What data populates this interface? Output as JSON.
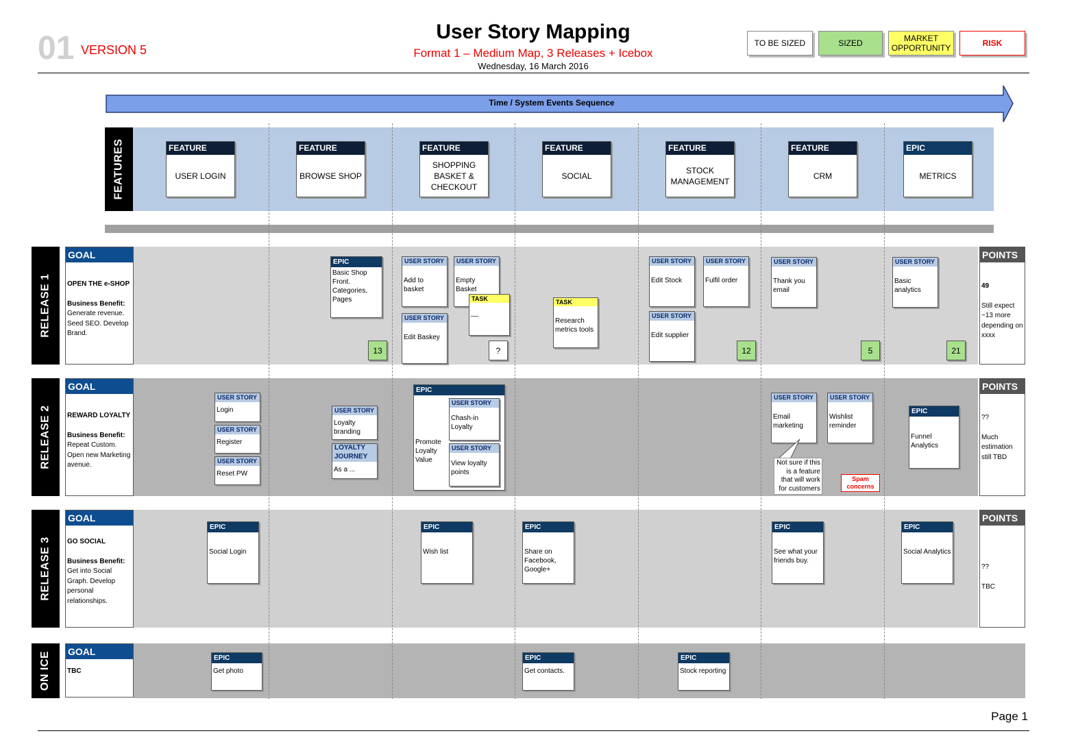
{
  "header": {
    "page_num": "01",
    "version": "VERSION 5",
    "title": "User Story Mapping",
    "subtitle": "Format 1 – Medium Map, 3 Releases + Icebox",
    "date": "Wednesday, 16 March 2016",
    "page": "Page 1"
  },
  "legend": [
    {
      "label": "TO BE SIZED",
      "bg": "#ffffff",
      "color": "#000000"
    },
    {
      "label": "SIZED",
      "bg": "#a8e08c",
      "color": "#000000"
    },
    {
      "label": "MARKET OPPORTUNITY",
      "bg": "#ffff66",
      "color": "#000000"
    },
    {
      "label": "RISK",
      "bg": "#ffffff",
      "color": "#e00000"
    }
  ],
  "timeline": "Time / System Events Sequence",
  "features_label": "FEATURES",
  "features": [
    {
      "type": "FEATURE",
      "name": "USER LOGIN"
    },
    {
      "type": "FEATURE",
      "name": "BROWSE SHOP"
    },
    {
      "type": "FEATURE",
      "name": "SHOPPING BASKET & CHECKOUT"
    },
    {
      "type": "FEATURE",
      "name": "SOCIAL"
    },
    {
      "type": "FEATURE",
      "name": "STOCK MANAGEMENT"
    },
    {
      "type": "FEATURE",
      "name": "CRM"
    },
    {
      "type": "EPIC",
      "name": "METRICS"
    }
  ],
  "rows": [
    {
      "label": "RELEASE 1",
      "goal_title": "GOAL",
      "goal_name": "OPEN THE e-SHOP",
      "benefit_label": "Business Benefit",
      "benefit": "Generate revenue. Seed SEO. Develop Brand.",
      "points_title": "POINTS",
      "points_value": "49",
      "points_note": "Still expect ~13 more depending on xxxx"
    },
    {
      "label": "RELEASE 2",
      "goal_title": "GOAL",
      "goal_name": "REWARD LOYALTY",
      "benefit_label": "Business Benefit",
      "benefit": "Repeat Custom. Open new Marketing avenue.",
      "points_title": "POINTS",
      "points_value": "??",
      "points_note": "Much estimation still TBD"
    },
    {
      "label": "RELEASE 3",
      "goal_title": "GOAL",
      "goal_name": "GO SOCIAL",
      "benefit_label": "Business Benefit",
      "benefit": "Get into Social Graph. Develop personal relationships.",
      "points_title": "POINTS",
      "points_value": "??",
      "points_note": "TBC"
    },
    {
      "label": "ON ICE",
      "goal_title": "GOAL",
      "goal_name": "TBC",
      "benefit_label": "",
      "benefit": "",
      "points_title": "",
      "points_value": "",
      "points_note": ""
    }
  ],
  "cards": [
    {
      "type": "EPIC",
      "text": "Basic Shop Front. Categories, Pages"
    },
    {
      "type": "USER STORY",
      "text": "Add to basket"
    },
    {
      "type": "USER STORY",
      "text": "Empty Basket"
    },
    {
      "type": "TASK",
      "text": "__"
    },
    {
      "type": "USER STORY",
      "text": "Edit Baskey"
    },
    {
      "type": "TASK",
      "text": "Research metrics tools"
    },
    {
      "type": "USER STORY",
      "text": "Edit Stock"
    },
    {
      "type": "USER STORY",
      "text": "Fulfil order"
    },
    {
      "type": "USER STORY",
      "text": "Edit supplier"
    },
    {
      "type": "USER STORY",
      "text": "Thank you email"
    },
    {
      "type": "USER STORY",
      "text": "Basic analytics"
    },
    {
      "type": "USER STORY",
      "text": "Login"
    },
    {
      "type": "USER STORY",
      "text": "Register"
    },
    {
      "type": "USER STORY",
      "text": "Reset PW"
    },
    {
      "type": "USER STORY",
      "text": "Loyalty branding"
    },
    {
      "type": "LOYALTY JOURNEY",
      "text": "As a ..."
    },
    {
      "type": "EPIC",
      "text": "Promote Loyalty Value"
    },
    {
      "type": "USER STORY",
      "text": "Chash-in Loyalty"
    },
    {
      "type": "USER STORY",
      "text": "View loyalty points"
    },
    {
      "type": "USER STORY",
      "text": "Email marketing"
    },
    {
      "type": "USER STORY",
      "text": "Wishlist reminder"
    },
    {
      "type": "EPIC",
      "text": "Funnel Analytics"
    },
    {
      "type": "EPIC",
      "text": "Social Login"
    },
    {
      "type": "EPIC",
      "text": "Wish list"
    },
    {
      "type": "EPIC",
      "text": "Share on Facebook, Google+"
    },
    {
      "type": "EPIC",
      "text": "See what your friends buy."
    },
    {
      "type": "EPIC",
      "text": "Social Analytics"
    },
    {
      "type": "EPIC",
      "text": "Get photo"
    },
    {
      "type": "EPIC",
      "text": "Get contacts."
    },
    {
      "type": "EPIC",
      "text": "Stock reporting"
    }
  ],
  "sizes": [
    "13",
    "?",
    "12",
    "5",
    "21"
  ],
  "notes": {
    "callout": "Not sure if this is a feature that will work for customers",
    "risk": "Spam concerns"
  },
  "colors": {
    "feature_header": "#0d1e36",
    "epic_header": "#0e3a63",
    "story_header": "#b8cbe4",
    "task_header": "#ffff66",
    "goal_header": "#0e4d8f",
    "timeline": "#7b9fe8",
    "size_bg": "#a8e08c"
  }
}
